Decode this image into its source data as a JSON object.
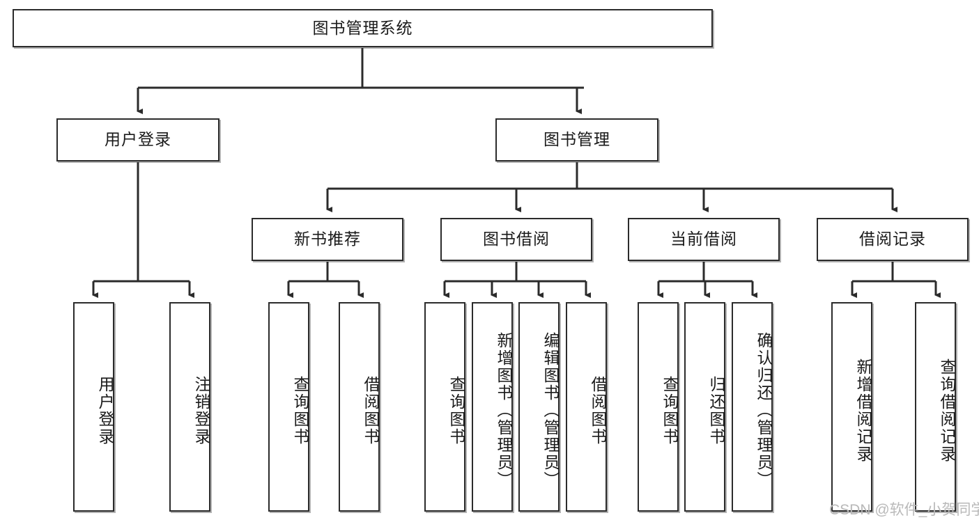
{
  "diagram": {
    "type": "tree",
    "title_node": {
      "label": "图书管理系统"
    },
    "level2": [
      {
        "label": "用户登录"
      },
      {
        "label": "图书管理"
      }
    ],
    "level3": [
      {
        "label": "新书推荐"
      },
      {
        "label": "图书借阅"
      },
      {
        "label": "当前借阅"
      },
      {
        "label": "借阅记录"
      }
    ],
    "leaves": {
      "user_login": [
        {
          "label": "用户登录"
        },
        {
          "label": "注销登录"
        }
      ],
      "new_book_recommend": [
        {
          "label": "查询图书"
        },
        {
          "label": "借阅图书"
        }
      ],
      "book_borrow": [
        {
          "label": "查询图书"
        },
        {
          "label": "新增图书（管理员）"
        },
        {
          "label": "编辑图书（管理员）"
        },
        {
          "label": "借阅图书"
        }
      ],
      "current_borrow": [
        {
          "label": "查询图书"
        },
        {
          "label": "归还图书"
        },
        {
          "label": "确认归还（管理员）"
        }
      ],
      "borrow_record": [
        {
          "label": "新增借阅记录"
        },
        {
          "label": "查询借阅记录"
        }
      ]
    },
    "watermark": "CSDN @软件_小贺同学",
    "colors": {
      "stroke": "#2b2b2b",
      "fill": "#ffffff",
      "text": "#1a1a1a",
      "watermark": "#b9b9b9"
    }
  }
}
